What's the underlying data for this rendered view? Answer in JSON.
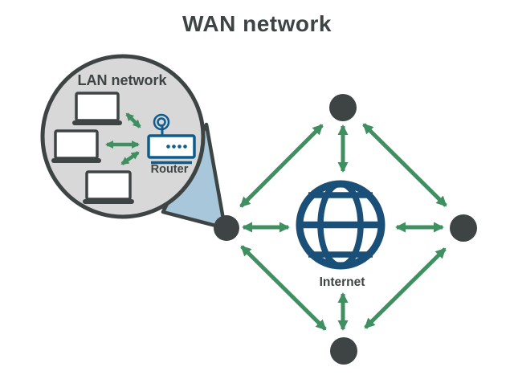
{
  "title": "WAN network",
  "lan_bubble": {
    "label": "LAN network",
    "router": {
      "label": "Router",
      "icon": "router-icon"
    },
    "laptop_count": 3,
    "connections": [
      {
        "from": "laptop-1",
        "to": "router",
        "bidirectional": true
      },
      {
        "from": "laptop-2",
        "to": "router",
        "bidirectional": true
      },
      {
        "from": "laptop-3",
        "to": "router",
        "bidirectional": true
      }
    ]
  },
  "wan": {
    "center": {
      "icon": "globe-icon",
      "label": "Internet"
    },
    "nodes": [
      "node-top",
      "node-right",
      "node-bottom",
      "node-left"
    ],
    "connections": [
      {
        "from": "node-top",
        "to": "internet",
        "bidirectional": true
      },
      {
        "from": "node-right",
        "to": "internet",
        "bidirectional": true
      },
      {
        "from": "node-bottom",
        "to": "internet",
        "bidirectional": true
      },
      {
        "from": "node-left",
        "to": "internet",
        "bidirectional": true
      },
      {
        "from": "node-top",
        "to": "node-left",
        "bidirectional": true
      },
      {
        "from": "node-top",
        "to": "node-right",
        "bidirectional": true
      },
      {
        "from": "node-bottom",
        "to": "node-left",
        "bidirectional": true
      },
      {
        "from": "node-bottom",
        "to": "node-right",
        "bidirectional": true
      }
    ],
    "zoom_callout": "node-left magnified to show LAN network"
  },
  "colors": {
    "text_dark": "#3e4343",
    "node_dark": "#3e4343",
    "arrow_green": "#3f8f60",
    "globe_blue": "#1a5078",
    "router_blue": "#0e5c8d",
    "bubble_gray": "#d8d8d8",
    "tail_blue": "#a9c7da",
    "background": "#ffffff"
  }
}
